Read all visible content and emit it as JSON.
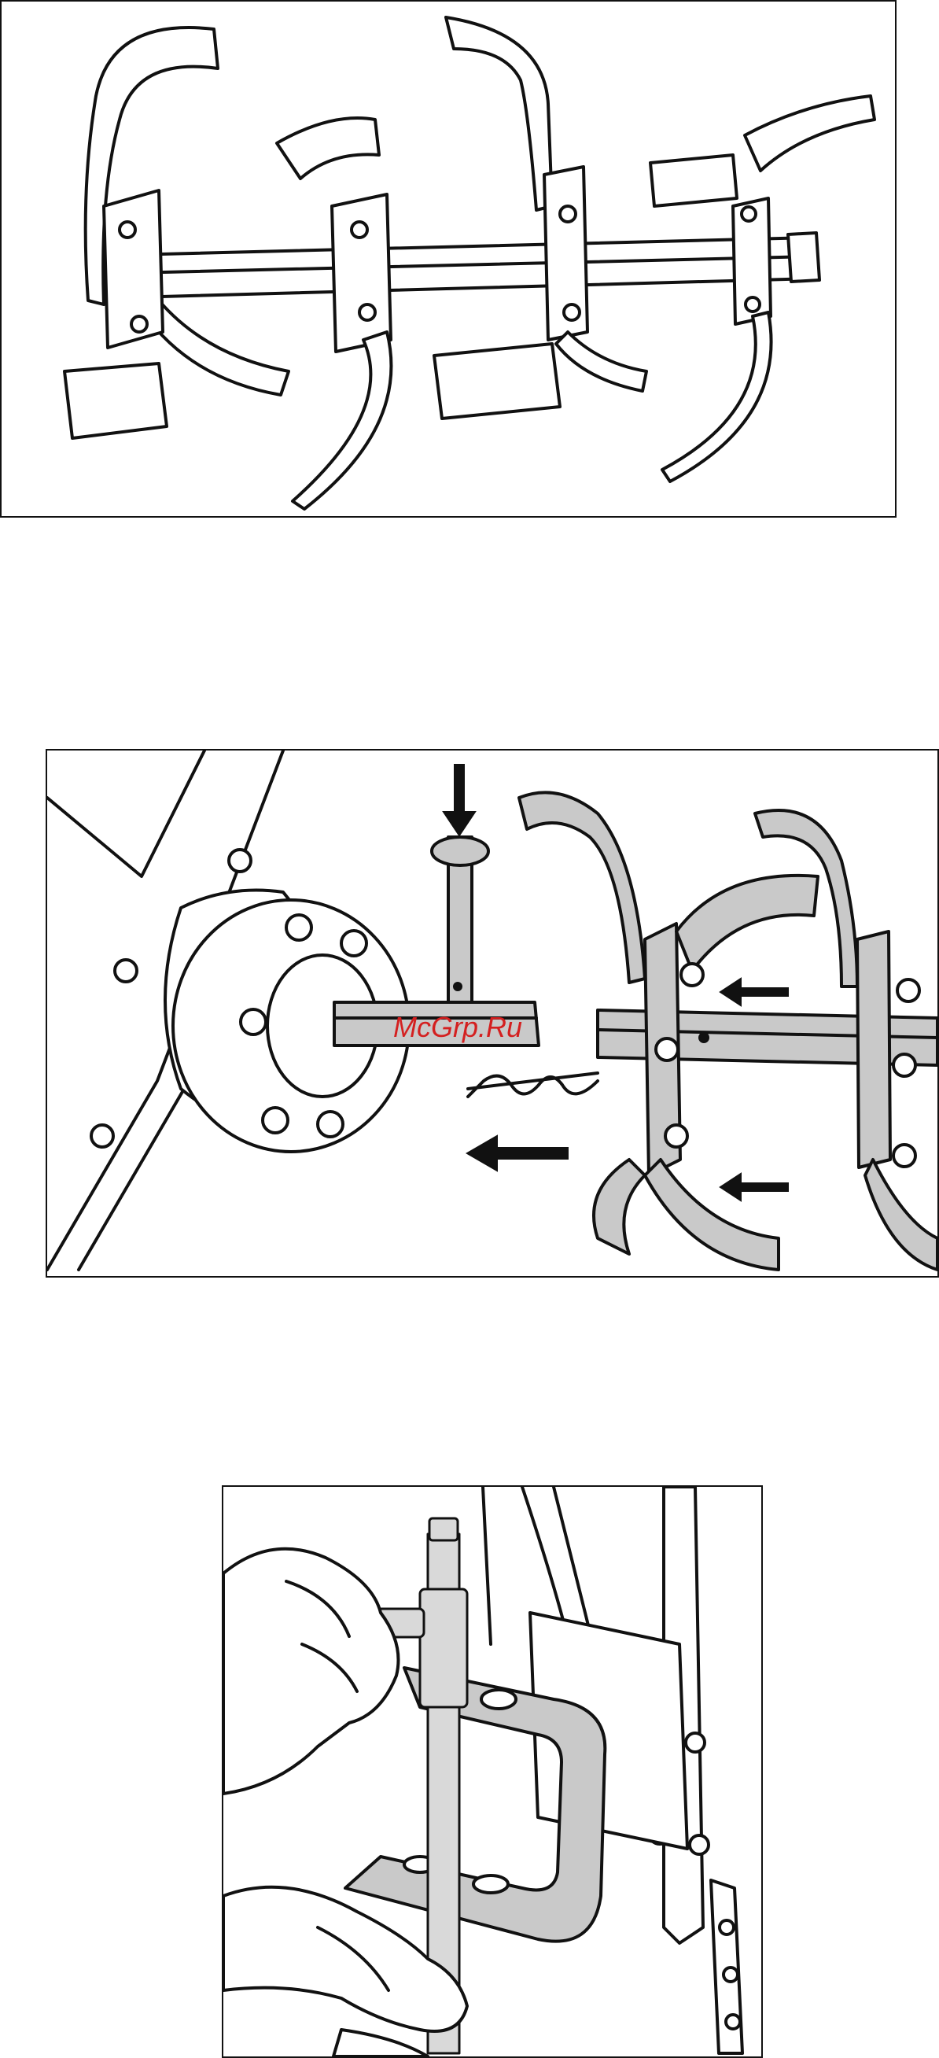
{
  "figures": [
    {
      "id": "figure-1",
      "subject": "tiller-tines-assembly"
    },
    {
      "id": "figure-2",
      "subject": "tine-mounting-to-hub"
    },
    {
      "id": "figure-3",
      "subject": "depth-bar-bracket"
    }
  ],
  "watermark": {
    "text": "McGrp.Ru",
    "color": "#d42020"
  },
  "colors": {
    "line": "#111111",
    "part_gray": "#c9c9c9",
    "background": "#ffffff"
  }
}
